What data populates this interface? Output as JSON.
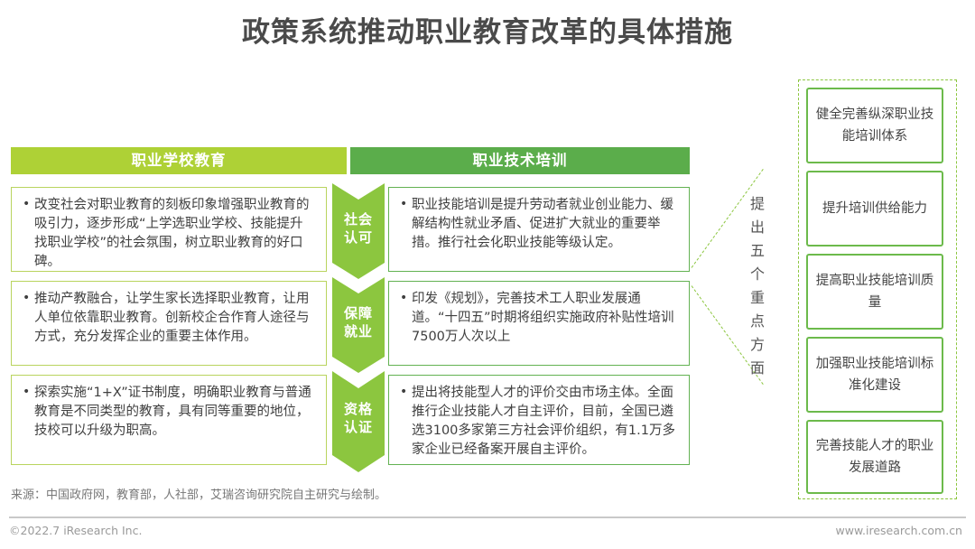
{
  "page": {
    "title": "政策系统推动职业教育改革的具体措施"
  },
  "matrix": {
    "columns": [
      {
        "label": "职业学校教育",
        "color": "#aed136"
      },
      {
        "label": "职业技术培训",
        "color": "#5bad4b"
      }
    ],
    "rows": [
      {
        "stage": {
          "line1": "社会",
          "line2": "认可"
        },
        "left": "改变社会对职业教育的刻板印象增强职业教育的吸引力，逐步形成“上学选职业学校、技能提升找职业学校”的社会氛围，树立职业教育的好口碑。",
        "right": "职业技能培训是提升劳动者就业创业能力、缓解结构性就业矛盾、促进扩大就业的重要举措。推行社会化职业技能等级认定。"
      },
      {
        "stage": {
          "line1": "保障",
          "line2": "就业"
        },
        "left": "推动产教融合，让学生家长选择职业教育，让用人单位依靠职业教育。创新校企合作育人途径与方式，充分发挥企业的重要主体作用。",
        "right": "印发《规划》，完善技术工人职业发展通道。“十四五”时期将组织实施政府补贴性培训7500万人次以上"
      },
      {
        "stage": {
          "line1": "资格",
          "line2": "认证"
        },
        "left": "探索实施“1+X”证书制度，明确职业教育与普通教育是不同类型的教育，具有同等重要的地位，技校可以升级为职高。",
        "right": "提出将技能型人才的评价交由市场主体。全面推行企业技能人才自主评价，目前，全国已遴选3100多家第三方社会评价组织，有1.1万多家企业已经备案开展自主评价。"
      }
    ],
    "chevron_color": "#8cc63f"
  },
  "right_panel": {
    "vertical_label_chars": [
      "提",
      "出",
      "五",
      "个",
      "重",
      "点",
      "方",
      "面"
    ],
    "vertical_label": "提出五个重点方面",
    "border_color": "#8cc63f",
    "box_border_color": "#6cba4b",
    "boxes": [
      "健全完善纵深职业技能培训体系",
      "提升培训供给能力",
      "提高职业技能培训质量",
      "加强职业技能培训标准化建设",
      "完善技能人才的职业发展道路"
    ]
  },
  "footer": {
    "source": "来源：中国政府网，教育部，人社部，艾瑞咨询研究院自主研究与绘制。",
    "copyright": "©2022.7 iResearch Inc.",
    "website": "www.iresearch.com.cn"
  }
}
